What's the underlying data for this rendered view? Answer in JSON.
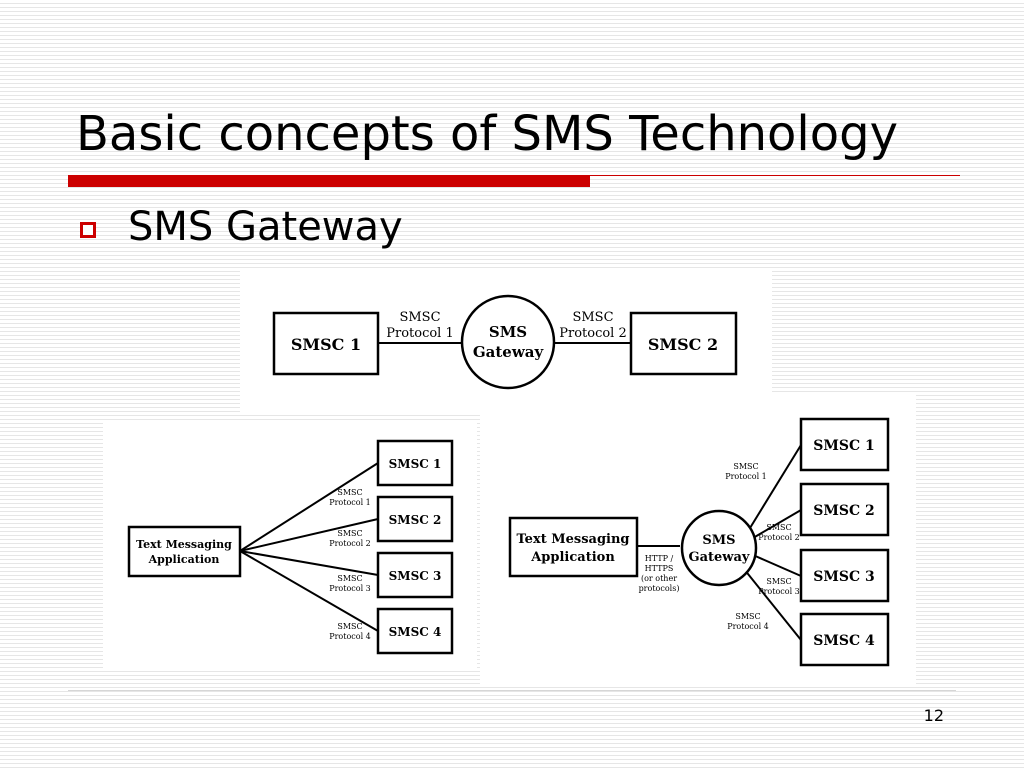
{
  "slide": {
    "title": "Basic concepts of SMS Technology",
    "bullet": "SMS Gateway",
    "page_number": "12"
  },
  "colors": {
    "accent_red": "#cc0000"
  },
  "diagram_top": {
    "left_box": "SMSC 1",
    "right_box": "SMSC 2",
    "gateway_line1": "SMS",
    "gateway_line2": "Gateway",
    "left_label_line1": "SMSC",
    "left_label_line2": "Protocol 1",
    "right_label_line1": "SMSC",
    "right_label_line2": "Protocol 2"
  },
  "diagram_left": {
    "app_line1": "Text Messaging",
    "app_line2": "Application",
    "smscs": [
      "SMSC 1",
      "SMSC 2",
      "SMSC 3",
      "SMSC 4"
    ],
    "protocols": [
      {
        "line1": "SMSC",
        "line2": "Protocol 1"
      },
      {
        "line1": "SMSC",
        "line2": "Protocol 2"
      },
      {
        "line1": "SMSC",
        "line2": "Protocol 3"
      },
      {
        "line1": "SMSC",
        "line2": "Protocol 4"
      }
    ]
  },
  "diagram_right": {
    "app_line1": "Text Messaging",
    "app_line2": "Application",
    "gateway_line1": "SMS",
    "gateway_line2": "Gateway",
    "http_lines": [
      "HTTP /",
      "HTTPS",
      "(or other",
      "protocols)"
    ],
    "smscs": [
      "SMSC 1",
      "SMSC 2",
      "SMSC 3",
      "SMSC 4"
    ],
    "protocols": [
      {
        "line1": "SMSC",
        "line2": "Protocol 1"
      },
      {
        "line1": "SMSC",
        "line2": "Protocol 2"
      },
      {
        "line1": "SMSC",
        "line2": "Protocol 3"
      },
      {
        "line1": "SMSC",
        "line2": "Protocol 4"
      }
    ]
  }
}
